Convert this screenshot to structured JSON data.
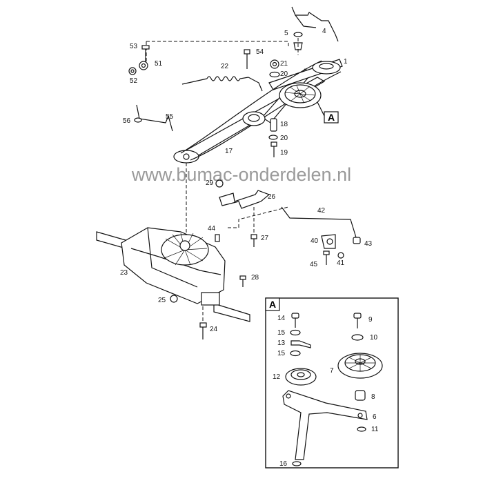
{
  "watermark": "www.bumac-onderdelen.nl",
  "callout_tag": "A",
  "inset": {
    "tag": "A"
  },
  "labels": {
    "l1": "1",
    "l4": "4",
    "l5": "5",
    "l17": "17",
    "l18": "18",
    "l19": "19",
    "l20a": "20",
    "l20b": "20",
    "l21": "21",
    "l22": "22",
    "l23": "23",
    "l24": "24",
    "l25": "25",
    "l26": "26",
    "l27": "27",
    "l28": "28",
    "l29": "29",
    "l40": "40",
    "l41": "41",
    "l42": "42",
    "l43": "43",
    "l44": "44",
    "l45": "45",
    "l51": "51",
    "l52": "52",
    "l53": "53",
    "l54": "54",
    "l55": "55",
    "l56": "56"
  },
  "inset_labels": {
    "i6": "6",
    "i7": "7",
    "i8": "8",
    "i9": "9",
    "i10": "10",
    "i11": "11",
    "i12": "12",
    "i13": "13",
    "i14": "14",
    "i15a": "15",
    "i15b": "15",
    "i16": "16"
  }
}
